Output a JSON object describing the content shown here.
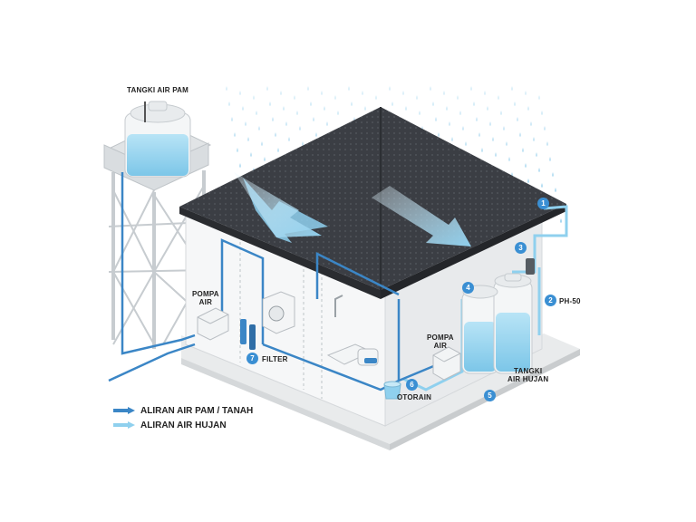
{
  "labels": {
    "tangki_air_pam": "TANGKI AIR PAM",
    "pompa_air_left": "POMPA\nAIR",
    "pompa_air_right": "POMPA\nAIR",
    "tangki_air_hujan": "TANGKI\nAIR HUJAN",
    "ph50": "PH-50",
    "filter": "FILTER",
    "otorain": "OTORAIN"
  },
  "badges": {
    "b1": "1",
    "b2": "2",
    "b3": "3",
    "b4": "4",
    "b5": "5",
    "b6": "6",
    "b7": "7"
  },
  "legend": {
    "pam": {
      "label": "ALIRAN AIR PAM / TANAH",
      "color": "#3b86c6"
    },
    "hujan": {
      "label": "ALIRAN AIR HUJAN",
      "color": "#8fd0ee"
    }
  },
  "colors": {
    "accent": "#3a8fd3",
    "water": "#9fd8f0",
    "roof": "#3a3d42",
    "pipe_pam": "#3b86c6",
    "pipe_hujan": "#8fd0ee"
  },
  "icons": [
    "rain-drop-icon",
    "arrow-down-icon"
  ]
}
